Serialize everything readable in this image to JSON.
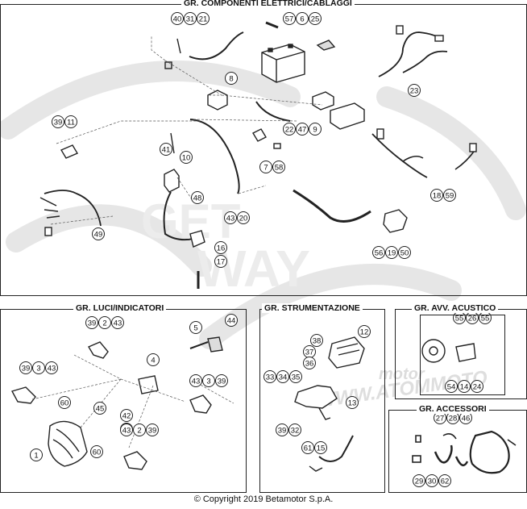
{
  "sections": {
    "componenti": "GR. COMPONENTI ELETTRICI/CABLAGGI",
    "luci": "GR. LUCI/INDICATORI",
    "strumentazione": "GR. STRUMENTAZIONE",
    "acustico": "GR. AVV. ACUSTICO",
    "accessori": "GR. ACCESSORI"
  },
  "copyright": "© Copyright 2019 Betamotor S.p.A.",
  "watermark": [
    "GET",
    "WAY",
    "motor",
    "WWW.ATOMMOTO"
  ],
  "callouts": {
    "componenti": [
      "40",
      "31",
      "21",
      "57",
      "6",
      "25",
      "8",
      "23",
      "39",
      "11",
      "22",
      "47",
      "9",
      "41",
      "10",
      "48",
      "7",
      "58",
      "43",
      "20",
      "18",
      "59",
      "49",
      "16",
      "17",
      "56",
      "19",
      "50"
    ],
    "luci": [
      "39",
      "2",
      "43",
      "5",
      "44",
      "4",
      "39",
      "3",
      "43",
      "60",
      "45",
      "43",
      "3",
      "39",
      "42",
      "40",
      "1",
      "60",
      "43",
      "2",
      "39"
    ],
    "strumentazione": [
      "12",
      "38",
      "37",
      "36",
      "33",
      "34",
      "35",
      "13",
      "39",
      "32",
      "61",
      "15"
    ],
    "acustico": [
      "55",
      "26",
      "55",
      "54",
      "14",
      "24"
    ],
    "accessori": [
      "27",
      "28",
      "46",
      "29",
      "30",
      "62"
    ]
  }
}
